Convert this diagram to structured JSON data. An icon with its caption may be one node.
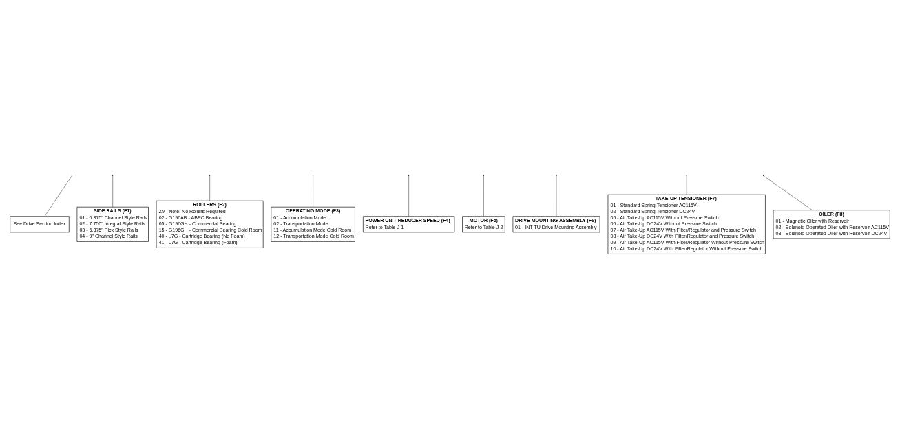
{
  "diagram": {
    "nodes": [
      {
        "text": [
          "See Drive Section Index"
        ]
      },
      {
        "text": [
          "SIDE RAILS (F1)",
          "01 - 6.375\" Channel Style Rails",
          "02 - 7.750\" Integral Style Rails",
          "03 - 6.375\" Pick Style Rails",
          "04 - 9\" Channel Style Rails"
        ]
      },
      {
        "text": [
          "ROLLERS (F2)",
          "Z9 - Note: No Rollers Required",
          "02 - G196AB - ABEC Bearing",
          "05 - G196GH - Commercial Bearing",
          "15 - G196GH - Commercial Bearing Cold Room",
          "40 - L7G - Cartridge Bearing (No Foam)",
          "41 - L7G - Cartridge Bearing (Foam)"
        ]
      },
      {
        "text": [
          "OPERATING MODE (F3)",
          "01 - Accumulation Mode",
          "02 - Transportation Mode",
          "11 - Accumulation Mode Cold Room",
          "12 - Transportation Mode Cold Room"
        ]
      },
      {
        "text": [
          "POWER UNIT REDUCER SPEED (F4)",
          "Refer to Table J-1"
        ]
      },
      {
        "text": [
          "MOTOR (F5)",
          "Refer to Table J-2"
        ]
      },
      {
        "text": [
          "DRIVE MOUNTING ASSEMBLY (F6)",
          "01 - INT TU Drive Mounting Assembly"
        ]
      },
      {
        "text": [
          "TAKE-UP TENSIONER (F7)",
          "01 - Standard Spring Tensioner AC115V",
          "02 - Standard Spring Tensioner DC24V",
          "05 - Air Take-Up AC115V Without Pressure Switch",
          "06 - Air Take-Up DC24V Without Pressure Switch",
          "07 - Air Take-Up AC115V With Filter/Regulator and Pressure Switch",
          "08 - Air Take-Up DC24V With Filter/Regulator and Pressure Switch",
          "09 - Air Take-Up AC115V With Filter/Regulator Without Pressure Switch",
          "10 - Air Take-Up DC24V With Filter/Regulator Without Pressure Switch"
        ]
      },
      {
        "text": [
          "OILER (F8)",
          "01 - Magnetic Oiler with Reservoir",
          "02 - Solenoid Operated Oiler with Reservoir AC115V",
          "03 - Solenoid Operated Oiler with Reservoir DC24V"
        ]
      }
    ],
    "edges": [
      {
        "from": 0,
        "to": null,
        "arrow": "none"
      },
      {
        "from": 1,
        "to": null,
        "arrow": "none"
      },
      {
        "from": 2,
        "to": null,
        "arrow": "none"
      },
      {
        "from": 3,
        "to": null,
        "arrow": "none"
      },
      {
        "from": 4,
        "to": null,
        "arrow": "none"
      },
      {
        "from": 5,
        "to": null,
        "arrow": "none"
      },
      {
        "from": 6,
        "to": null,
        "arrow": "none"
      },
      {
        "from": 7,
        "to": null,
        "arrow": "none"
      },
      {
        "from": 8,
        "to": null,
        "arrow": "none"
      }
    ]
  }
}
